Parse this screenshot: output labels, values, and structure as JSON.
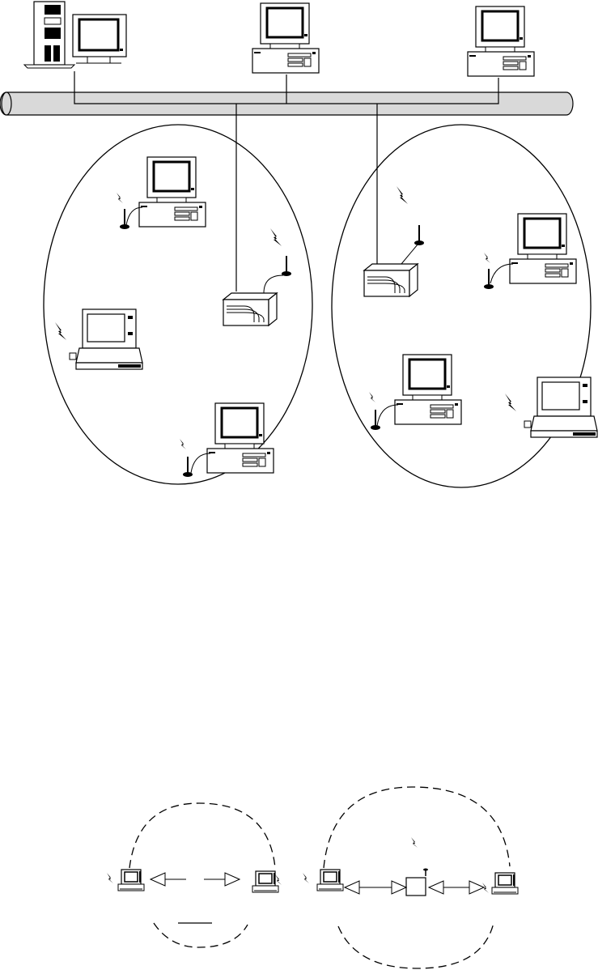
{
  "diagram": {
    "top": {
      "backbone": {
        "name": "wired-backbone-bus"
      },
      "server": {
        "name": "server-tower-with-monitor",
        "icon": "server-icon"
      },
      "wired_hosts": [
        {
          "name": "wired-desktop-1",
          "icon": "desktop-computer-icon"
        },
        {
          "name": "wired-desktop-2",
          "icon": "desktop-computer-icon"
        }
      ],
      "cells": [
        {
          "name": "wireless-cell-left",
          "access_point": {
            "icon": "access-point-icon"
          },
          "stations": [
            "desktop",
            "laptop",
            "desktop"
          ]
        },
        {
          "name": "wireless-cell-right",
          "access_point": {
            "icon": "access-point-icon"
          },
          "stations": [
            "desktop",
            "desktop",
            "laptop"
          ]
        }
      ]
    },
    "bottom": {
      "adhoc": {
        "name": "ad-hoc-mode",
        "stations": 2
      },
      "infrastructure": {
        "name": "infrastructure-mode",
        "stations": 2,
        "access_point": {
          "icon": "access-point-icon"
        }
      }
    },
    "colors": {
      "stroke": "#000000",
      "backbone_fill": "#d9d9d9",
      "screen_fill": "#ffffff",
      "background": "#ffffff"
    },
    "icons": [
      "lightning-signal-icon",
      "antenna-icon",
      "laptop-icon",
      "desktop-computer-icon",
      "server-icon",
      "access-point-icon",
      "arrow-triangle-icon"
    ]
  }
}
